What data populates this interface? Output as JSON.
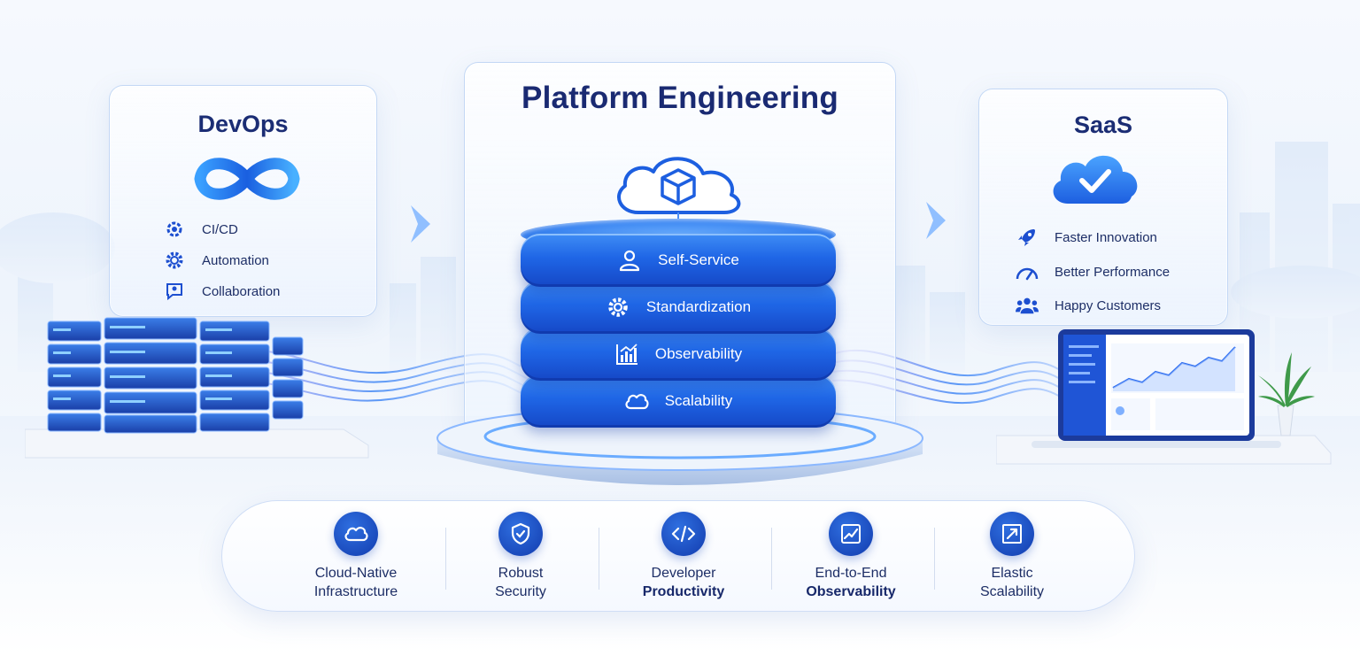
{
  "colors": {
    "primary": "#1f66e6",
    "dark_blue": "#1b2d74",
    "light_blue": "#4fa3ff"
  },
  "devops": {
    "title": "DevOps",
    "logo_icon": "infinity-icon",
    "items": [
      {
        "label": "CI/CD",
        "icon": "gear-cycle-icon"
      },
      {
        "label": "Automation",
        "icon": "gear-icon"
      },
      {
        "label": "Collaboration",
        "icon": "people-chat-icon"
      }
    ]
  },
  "platform": {
    "title": "Platform Engineering",
    "logo_icon": "cloud-cube-icon",
    "layers": [
      {
        "label": "Self-Service",
        "icon": "user-icon"
      },
      {
        "label": "Standardization",
        "icon": "gear-icon"
      },
      {
        "label": "Observability",
        "icon": "chart-icon"
      },
      {
        "label": "Scalability",
        "icon": "cloud-icon"
      }
    ]
  },
  "saas": {
    "title": "SaaS",
    "logo_icon": "cloud-check-icon",
    "items": [
      {
        "label": "Faster Innovation",
        "icon": "rocket-icon"
      },
      {
        "label": "Better Performance",
        "icon": "gauge-icon"
      },
      {
        "label": "Happy Customers",
        "icon": "users-icon"
      }
    ]
  },
  "capabilities": [
    {
      "line1": "Cloud-Native",
      "line2": "Infrastructure",
      "icon": "cloud-icon"
    },
    {
      "line1": "Robust",
      "line2": "Security",
      "icon": "shield-check-icon"
    },
    {
      "line1": "Developer",
      "line2": "Productivity",
      "icon": "code-icon"
    },
    {
      "line1": "End-to-End",
      "line2": "Observability",
      "icon": "line-chart-icon"
    },
    {
      "line1": "Elastic",
      "line2": "Scalability",
      "icon": "expand-icon"
    }
  ]
}
